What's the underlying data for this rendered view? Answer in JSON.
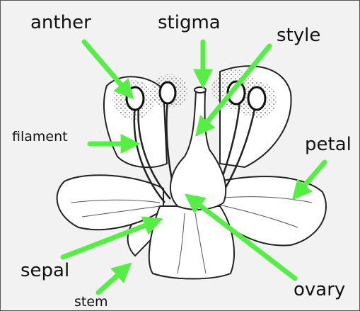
{
  "labels": {
    "anther": "anther",
    "stigma": "stigma",
    "style": "style",
    "filament": "filament",
    "petal": "petal",
    "sepal": "sepal",
    "ovary": "ovary",
    "stem": "stem"
  },
  "colors": {
    "background": "#f2f2f2",
    "arrow": "#55ee44",
    "line": "#222222",
    "flower_fill": "#ffffff"
  }
}
